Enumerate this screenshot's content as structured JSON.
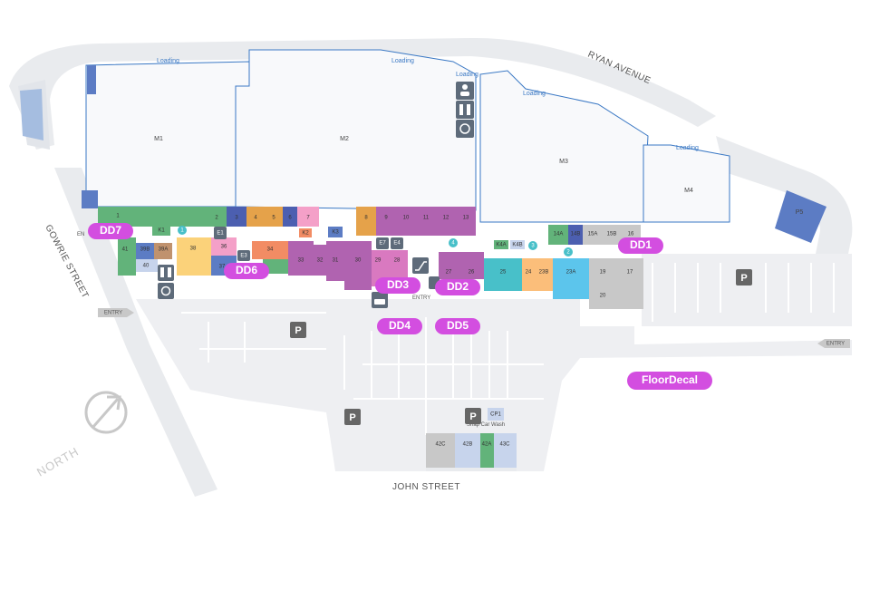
{
  "streets": {
    "ryan": "RYAN AVENUE",
    "gowrie": "GOWRIE STREET",
    "john": "JOHN STREET"
  },
  "north_label": "NORTH",
  "loading_label": "Loading",
  "entry_label": "ENTRY",
  "en_label": "EN",
  "parking_label": "P",
  "snap_label": "Snap Car Wash",
  "anchors": {
    "m1": "M1",
    "m2": "M2",
    "m3": "M3",
    "m4": "M4",
    "p5": "P5"
  },
  "units": {
    "u1": "1",
    "u2": "2",
    "u3": "3",
    "u4": "4",
    "u5": "5",
    "u6": "6",
    "u7": "7",
    "u8": "8",
    "u9": "9",
    "u10": "10",
    "u11": "11",
    "u12": "12",
    "u13": "13",
    "u14a": "14A",
    "u14b": "14B",
    "u15a": "15A",
    "u15b": "15B",
    "u16": "16",
    "u17": "17",
    "u19": "19",
    "u20": "20",
    "u23a": "23A",
    "u23b": "23B",
    "u24": "24",
    "u25": "25",
    "u26": "26",
    "u27": "27",
    "u28": "28",
    "u29": "29",
    "u30": "30",
    "u31": "31",
    "u32": "32",
    "u33": "33",
    "u34": "34",
    "u36": "36",
    "u37": "37",
    "u38": "38",
    "u39a": "39A",
    "u39b": "39B",
    "u40": "40",
    "u41": "41",
    "k1": "K1",
    "k2": "K2",
    "k3": "K3",
    "k4a": "K4A",
    "k4b": "K4B",
    "u42a": "42A",
    "u42b": "42B",
    "u42c": "42C",
    "u43c": "43C",
    "cp1": "CP1"
  },
  "amenity_numbers": {
    "n1": "1",
    "n2": "2",
    "n3": "3",
    "n4": "4"
  },
  "stair_labels": {
    "e1": "E1",
    "e3": "E3",
    "e7": "E7",
    "e4": "E4"
  },
  "markers": {
    "dd1": "DD1",
    "dd2": "DD2",
    "dd3": "DD3",
    "dd4": "DD4",
    "dd5": "DD5",
    "dd6": "DD6",
    "dd7": "DD7",
    "floor": "FloorDecal"
  },
  "colors": {
    "marker": "#d34ee0",
    "parking_icon": "#666666",
    "amenity_icon": "#5e6b7a",
    "loading_outline": "#3a78c4",
    "road": "#e9ebee",
    "green": "#62b37a",
    "blue": "#4c5fb0",
    "orange": "#e5a24a",
    "teal": "#48c0c9",
    "pink": "#d979c0",
    "purple": "#b063b0",
    "light_blue": "#5cc5ec",
    "peach": "#fbbe7a",
    "yellow": "#fbd27a",
    "grey": "#c8c8c8"
  }
}
